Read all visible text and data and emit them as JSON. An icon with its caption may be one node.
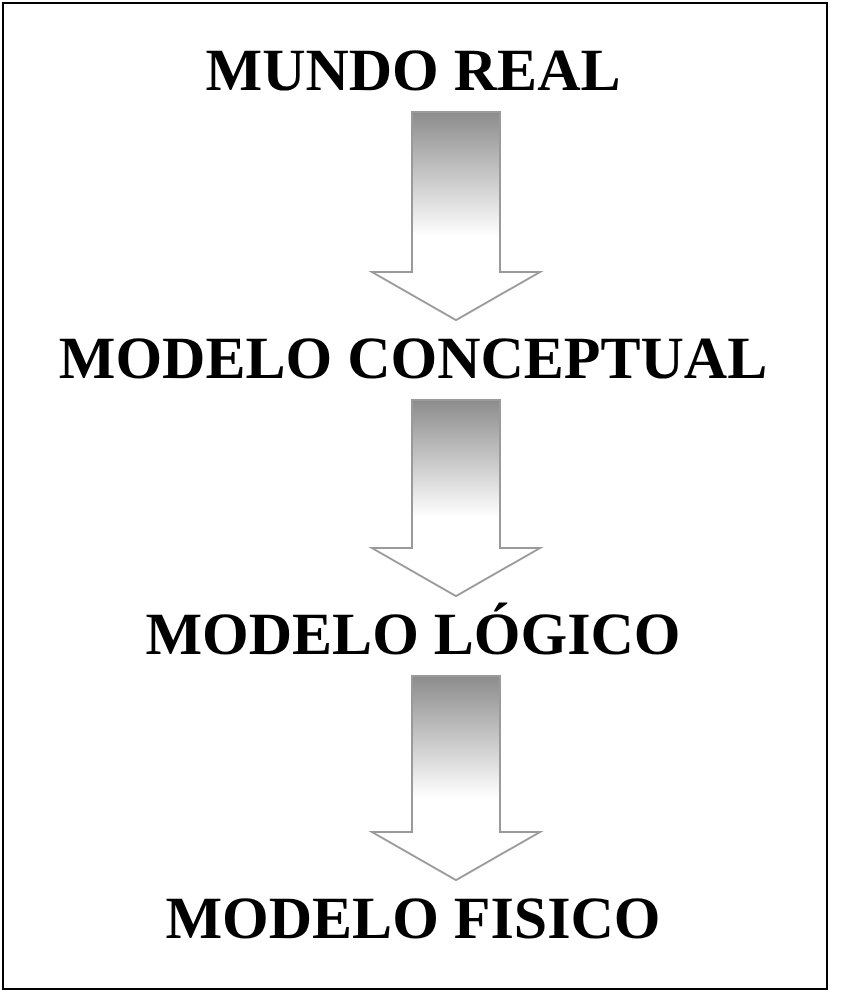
{
  "diagram": {
    "nodes": [
      {
        "text": [
          "MUNDO REAL"
        ]
      },
      {
        "text": [
          "MODELO CONCEPTUAL"
        ]
      },
      {
        "text": [
          "MODELO LÓGICO"
        ]
      },
      {
        "text": [
          "MODELO FISICO"
        ]
      }
    ],
    "edges": [
      {
        "from": 0,
        "to": 1,
        "arrow": "to"
      },
      {
        "from": 1,
        "to": 2,
        "arrow": "to"
      },
      {
        "from": 2,
        "to": 3,
        "arrow": "to"
      }
    ]
  }
}
